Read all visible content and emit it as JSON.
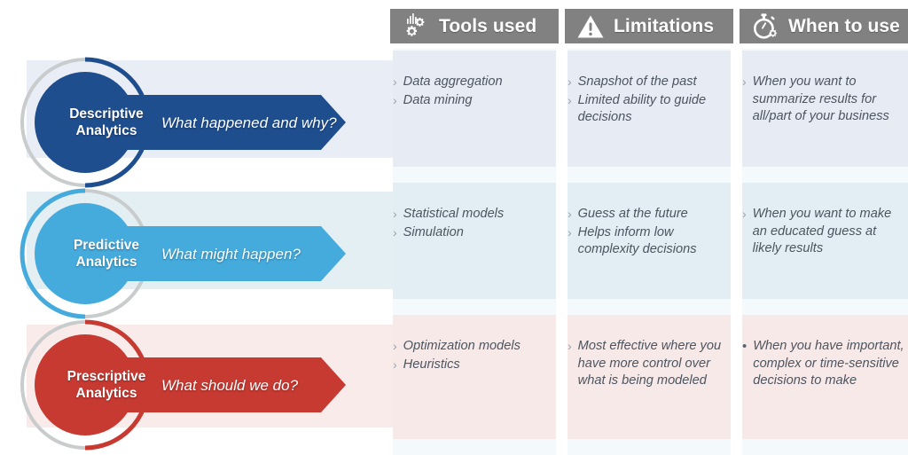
{
  "meta": {
    "title": "Descriptive, Predictive and Prescriptive Analytics comparison",
    "colors": {
      "descriptive": "#1f4e8f",
      "predictive": "#45abdd",
      "prescriptive": "#c73a32",
      "header_bar": "#818181",
      "ring_gray": "#c9cccd",
      "body_text": "#4d5560"
    }
  },
  "columns": [
    {
      "id": "tools-used",
      "label": "Tools used",
      "icon": "gears-chart-icon"
    },
    {
      "id": "limitations",
      "label": "Limitations",
      "icon": "warning-triangle-icon"
    },
    {
      "id": "when-to-use",
      "label": "When to use",
      "icon": "stopwatch-gear-icon"
    }
  ],
  "rows": [
    {
      "id": "descriptive",
      "title": "Descriptive\nAnalytics",
      "title_line1": "Descriptive",
      "title_line2": "Analytics",
      "question": "What happened and why?",
      "color": "#1f4e8f",
      "arc_side": "right",
      "cells": {
        "tools_used": {
          "bullet": "chevron",
          "items": [
            "Data aggregation",
            "Data mining"
          ]
        },
        "limitations": {
          "bullet": "chevron",
          "items": [
            "Snapshot of the past",
            "Limited ability to guide decisions"
          ]
        },
        "when_to_use": {
          "bullet": "chevron",
          "items": [
            "When you want to summarize results for all/part of your business"
          ]
        }
      }
    },
    {
      "id": "predictive",
      "title": "Predictive\nAnalytics",
      "title_line1": "Predictive",
      "title_line2": "Analytics",
      "question": "What might happen?",
      "color": "#45abdd",
      "arc_side": "left",
      "cells": {
        "tools_used": {
          "bullet": "chevron",
          "items": [
            "Statistical models",
            "Simulation"
          ]
        },
        "limitations": {
          "bullet": "chevron",
          "items": [
            "Guess at the future",
            "Helps inform low complexity decisions"
          ]
        },
        "when_to_use": {
          "bullet": "chevron",
          "items": [
            "When you want to make an educated guess at likely results"
          ]
        }
      }
    },
    {
      "id": "prescriptive",
      "title": "Prescriptive\nAnalytics",
      "title_line1": "Prescriptive",
      "title_line2": "Analytics",
      "question": "What should we do?",
      "color": "#c73a32",
      "arc_side": "right",
      "cells": {
        "tools_used": {
          "bullet": "chevron",
          "items": [
            "Optimization models",
            "Heuristics"
          ]
        },
        "limitations": {
          "bullet": "chevron",
          "items": [
            "Most effective where you have more control over what is being modeled"
          ]
        },
        "when_to_use": {
          "bullet": "dot",
          "items": [
            "When you have important, complex or time-sensitive decisions to make"
          ]
        }
      }
    }
  ],
  "bullets": {
    "chevron": "›",
    "dot": "•"
  }
}
